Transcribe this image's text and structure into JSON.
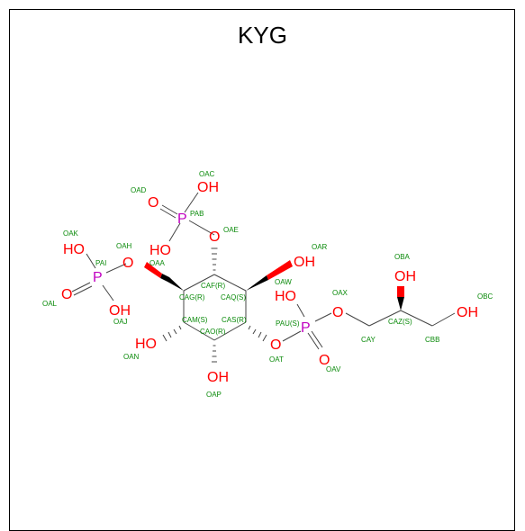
{
  "title": "KYG",
  "colors": {
    "oxygen": "#ff0000",
    "phosphorus": "#c000c0",
    "atom_name": "#0a8a0a",
    "bond": "#444444"
  },
  "atoms": {
    "oh_top": "OH",
    "o_left_top": "O",
    "p_top": "P",
    "ho_top": "HO",
    "ho_left": "HO",
    "p_left": "P",
    "o_left_ester": "O",
    "o_left_dbl": "O",
    "oh_left_bottom": "OH",
    "oh_right_wedge": "OH",
    "ho_mid": "HO",
    "p_right": "P",
    "o_right_ester": "O",
    "o_right_dbl": "O",
    "o_chain": "O",
    "oh_chain_top": "OH",
    "oh_chain_end": "OH",
    "ho_ring_left": "HO",
    "oh_ring_bottom": "OH"
  },
  "names": {
    "OAC": "OAC",
    "OAD": "OAD",
    "PAB": "PAB",
    "OAE": "OAE",
    "OAK": "OAK",
    "OAH": "OAH",
    "PAI": "PAI",
    "OAA": "OAA",
    "OAL": "OAL",
    "OAJ": "OAJ",
    "CAF": "CAF(R)",
    "CAG": "CAG(R)",
    "CAQ": "CAQ(S)",
    "CAM": "CAM(S)",
    "CAS": "CAS(R)",
    "CAO": "CAO(R)",
    "OAR": "OAR",
    "OAW": "OAW",
    "OAX": "OAX",
    "PAU": "PAU(S)",
    "OAT": "OAT",
    "OAV": "OAV",
    "OBA": "OBA",
    "CAZ": "CAZ(S)",
    "OBC": "OBC",
    "CAY": "CAY",
    "CBB": "CBB",
    "OAN": "OAN",
    "OAP": "OAP"
  }
}
